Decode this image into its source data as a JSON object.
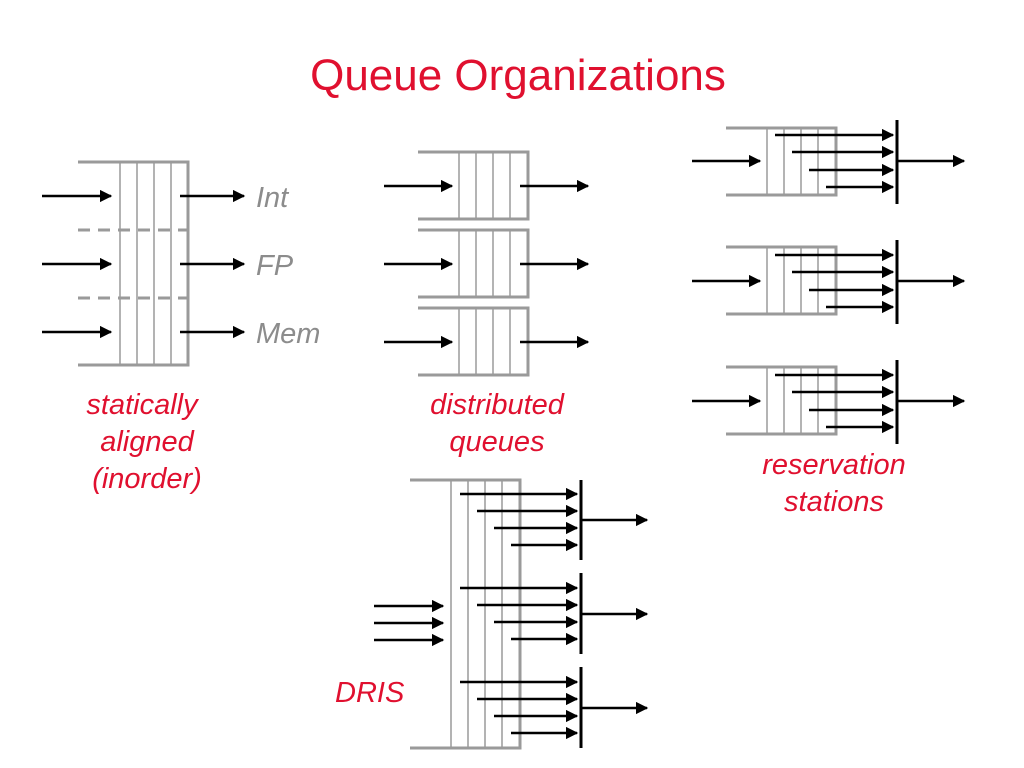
{
  "title": "Queue Organizations",
  "static_queue": {
    "units": [
      "Int",
      "FP",
      "Mem"
    ],
    "caption": [
      "statically",
      "aligned",
      "(inorder)"
    ]
  },
  "distributed_queues": {
    "caption": [
      "distributed",
      "queues"
    ]
  },
  "reservation_stations": {
    "caption": [
      "reservation",
      "stations"
    ]
  },
  "dris": {
    "caption": "DRIS"
  },
  "colors": {
    "caption": "#e0102f",
    "queue_outline": "#9a9a9a",
    "arrow": "#000000",
    "unit_label": "#8c8c8c"
  }
}
